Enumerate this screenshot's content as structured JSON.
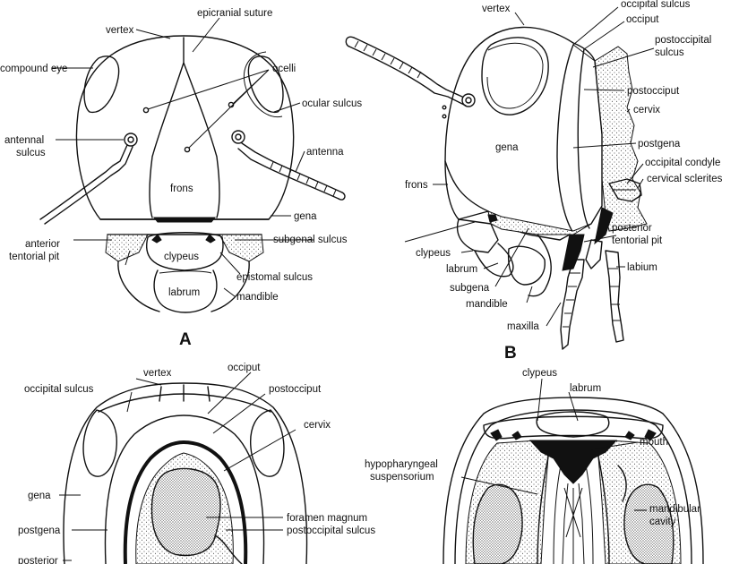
{
  "panels": {
    "a": {
      "letter": "A",
      "labels": {
        "vertex": "vertex",
        "epicranial_suture": "epicranial suture",
        "compound_eye": "compound eye",
        "ocelli": "ocelli",
        "ocular_sulcus": "ocular sulcus",
        "antennal_sulcus_1": "antennal",
        "antennal_sulcus_2": "sulcus",
        "antenna": "antenna",
        "frons": "frons",
        "gena": "gena",
        "subgenal_sulcus": "subgenal sulcus",
        "anterior_tentorial_pit_1": "anterior",
        "anterior_tentorial_pit_2": "tentorial pit",
        "clypeus": "clypeus",
        "epistomal_sulcus": "epistomal sulcus",
        "labrum": "labrum",
        "mandible": "mandible"
      }
    },
    "b": {
      "letter": "B",
      "labels": {
        "vertex": "vertex",
        "occipital_sulcus": "occipital sulcus",
        "occiput": "occiput",
        "postoccipital_sulcus_1": "postoccipital",
        "postoccipital_sulcus_2": "sulcus",
        "postocciput": "postocciput",
        "cervix": "cervix",
        "gena": "gena",
        "postgena": "postgena",
        "occipital_condyle": "occipital condyle",
        "cervical_sclerites": "cervical sclerites",
        "frons": "frons",
        "posterior_tentorial_pit_1": "posterior",
        "posterior_tentorial_pit_2": "tentorial pit",
        "clypeus": "clypeus",
        "labrum": "labrum",
        "labium": "labium",
        "subgena": "subgena",
        "mandible": "mandible",
        "maxilla": "maxilla"
      }
    },
    "c": {
      "labels": {
        "vertex": "vertex",
        "occiput": "occiput",
        "occipital_sulcus": "occipital sulcus",
        "postocciput": "postocciput",
        "cervix": "cervix",
        "gena": "gena",
        "foramen_magnum": "foramen magnum",
        "postgena": "postgena",
        "postoccipital_sulcus": "postoccipital sulcus",
        "posterior": "posterior"
      }
    },
    "d": {
      "labels": {
        "clypeus": "clypeus",
        "labrum": "labrum",
        "mouth": "mouth",
        "hypopharyngeal_1": "hypopharyngeal",
        "hypopharyngeal_2": "suspensorium",
        "mandibular_cavity_1": "mandibular",
        "mandibular_cavity_2": "cavity"
      }
    }
  },
  "colors": {
    "ink": "#111111",
    "paper": "#ffffff"
  }
}
